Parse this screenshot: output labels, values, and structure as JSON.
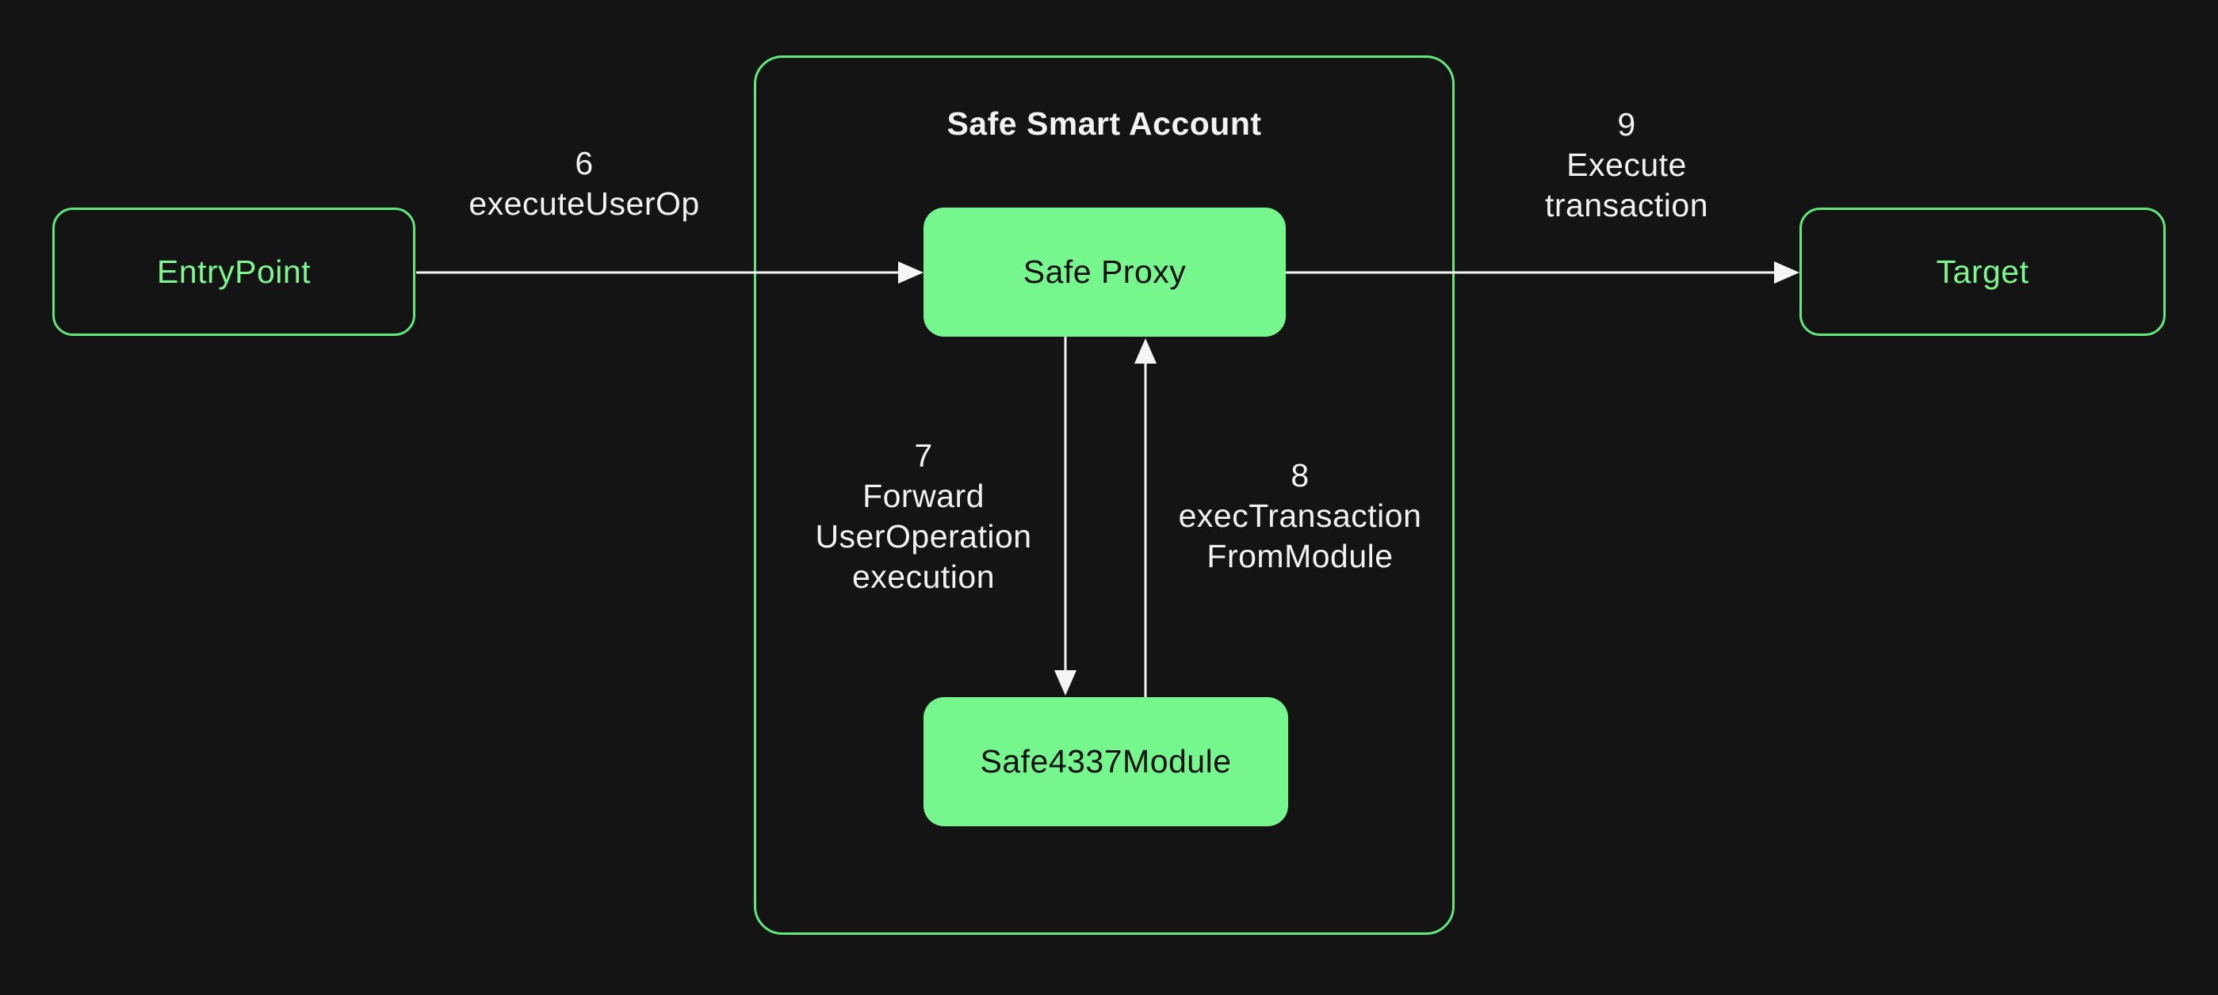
{
  "diagram": {
    "container": {
      "title": "Safe Smart Account"
    },
    "nodes": {
      "entrypoint": {
        "label": "EntryPoint"
      },
      "safe_proxy": {
        "label": "Safe Proxy"
      },
      "safe_module": {
        "label": "Safe4337Module"
      },
      "target": {
        "label": "Target"
      }
    },
    "edges": {
      "execute_userop": {
        "step": "6",
        "lines": [
          "executeUserOp"
        ]
      },
      "forward_userop": {
        "step": "7",
        "lines": [
          "Forward",
          "UserOperation",
          "execution"
        ]
      },
      "exec_transaction": {
        "step": "8",
        "lines": [
          "execTransaction",
          "FromModule"
        ]
      },
      "execute_transaction": {
        "step": "9",
        "lines": [
          "Execute",
          "transaction"
        ]
      }
    },
    "colors": {
      "background": "#141414",
      "node_fill_green": "#76F78E",
      "outline_green": "#5FE87B",
      "text_green": "#7BF78D",
      "text_light": "#F2F2F2",
      "text_dark": "#101010",
      "arrow_white": "#F5F5F5"
    }
  }
}
